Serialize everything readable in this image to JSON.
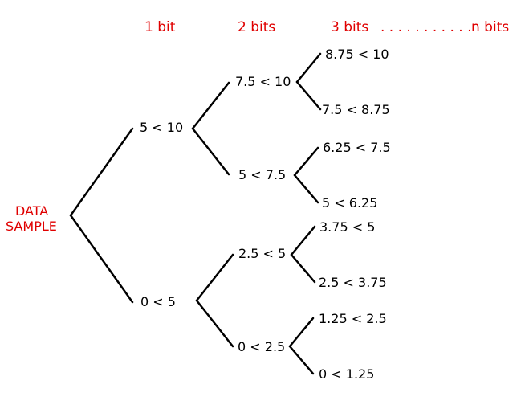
{
  "colors": {
    "header": "#e00000",
    "root": "#e00000",
    "text": "#000000",
    "line": "#000000"
  },
  "headers": {
    "bit1": "1 bit",
    "bit2": "2 bits",
    "bit3": "3 bits",
    "dots": ". . . . . . . . . . .",
    "bitn": "n bits"
  },
  "root": {
    "line1": "DATA",
    "line2": "SAMPLE"
  },
  "nodes": {
    "l1_upper": "5 < 10",
    "l1_lower": "0 < 5",
    "l2_a": "7.5 < 10",
    "l2_b": "5 < 7.5",
    "l2_c": "2.5 < 5",
    "l2_d": "0 < 2.5",
    "l3_a": "8.75 < 10",
    "l3_b": "7.5 < 8.75",
    "l3_c": "6.25 < 7.5",
    "l3_d": "5 < 6.25",
    "l3_e": "3.75 < 5",
    "l3_f": "2.5 < 3.75",
    "l3_g": "1.25 < 2.5",
    "l3_h": "0 < 1.25"
  }
}
